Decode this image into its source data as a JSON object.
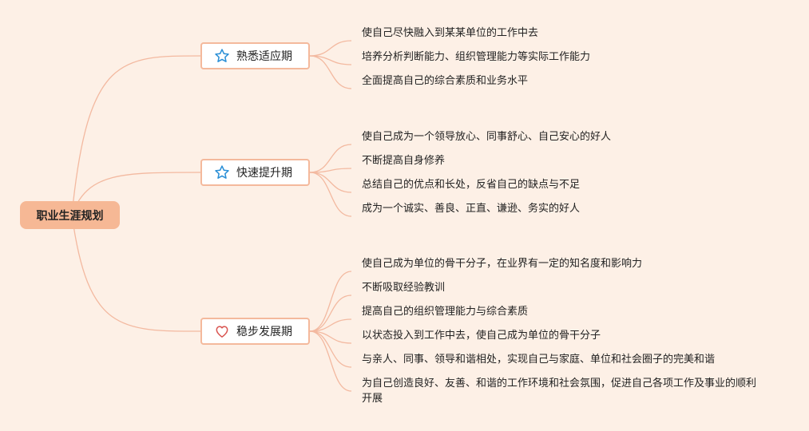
{
  "root": {
    "label": "职业生涯规划"
  },
  "branches": [
    {
      "label": "熟悉适应期",
      "icon": "star-icon",
      "items": [
        "使自己尽快融入到某某单位的工作中去",
        "培养分析判断能力、组织管理能力等实际工作能力",
        "全面提高自己的综合素质和业务水平"
      ]
    },
    {
      "label": "快速提升期",
      "icon": "star-icon",
      "items": [
        "使自己成为一个领导放心、同事舒心、自己安心的好人",
        "不断提高自身修养",
        "总结自己的优点和长处，反省自己的缺点与不足",
        "成为一个诚实、善良、正直、谦逊、务实的好人"
      ]
    },
    {
      "label": "稳步发展期",
      "icon": "heart-icon",
      "items": [
        "使自己成为单位的骨干分子，在业界有一定的知名度和影响力",
        "不断吸取经验教训",
        "提高自己的组织管理能力与综合素质",
        "以状态投入到工作中去，使自己成为单位的骨干分子",
        "与亲人、同事、领导和谐相处，实现自己与家庭、单位和社会圈子的完美和谐",
        "为自己创造良好、友善、和谐的工作环境和社会氛围，促进自己各项工作及事业的顺利开展"
      ]
    }
  ],
  "colors": {
    "line": "#f3b9a0",
    "root_fill": "#f6b895",
    "star": "#2a8fd6",
    "heart": "#d9534f"
  }
}
